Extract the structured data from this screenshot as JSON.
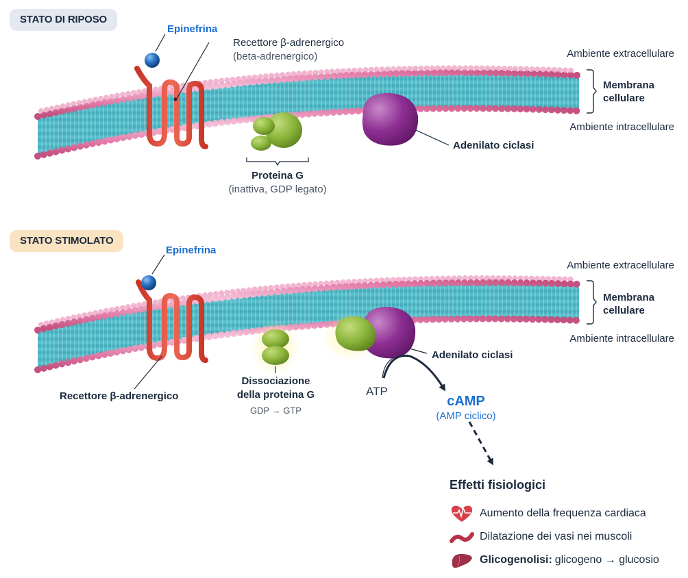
{
  "colors": {
    "membrane_head": "#e27aa8",
    "membrane_core": "#4fb8c6",
    "receptor": "#e04a3a",
    "epinephrine": "#1f66b8",
    "g_protein": "#8ab43a",
    "adenylate_cyclase": "#8e2f93",
    "accent_blue": "#1a6fd0",
    "text_dark": "#1c2a3d"
  },
  "rest": {
    "badge": "STATO DI RIPOSO",
    "epinephrine": "Epinefrina",
    "receptor_label": "Recettore β-adrenergico",
    "receptor_sub": "(beta-adrenergico)",
    "extracellular": "Ambiente extracellulare",
    "membrane": [
      "Membrana",
      "cellulare"
    ],
    "intracellular": "Ambiente intracellulare",
    "adenylate_cyclase": "Adenilato ciclasi",
    "g_protein_label": "Proteina G",
    "g_protein_sub": "(inattiva, GDP legato)"
  },
  "stimulated": {
    "badge": "STATO STIMOLATO",
    "epinephrine": "Epinefrina",
    "extracellular": "Ambiente extracellulare",
    "membrane": [
      "Membrana",
      "cellulare"
    ],
    "intracellular": "Ambiente intracellulare",
    "adenylate_cyclase": "Adenilato ciclasi",
    "receptor_label": "Recettore β-adrenergico",
    "g_dissoc": [
      "Dissociazione",
      "della proteina G"
    ],
    "gdp_gtp": "GDP → GTP",
    "atp": "ATP",
    "camp": "cAMP",
    "camp_sub": "(AMP ciclico)",
    "effects": {
      "title": "Effetti fisiologici",
      "items": [
        {
          "icon": "heart-rate-icon",
          "bold": "",
          "text": "Aumento della frequenza cardiaca"
        },
        {
          "icon": "blood-vessel-icon",
          "bold": "",
          "text": "Dilatazione dei vasi nei muscoli"
        },
        {
          "icon": "liver-icon",
          "bold": "Glicogenolisi:",
          "text": "glicogeno → glucosio"
        }
      ]
    }
  }
}
